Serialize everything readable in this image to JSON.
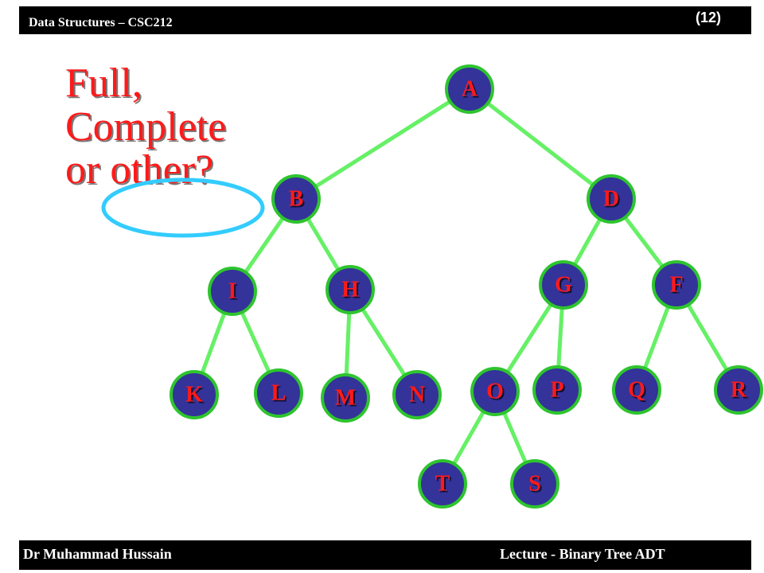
{
  "header": {
    "course": "Data Structures – CSC212",
    "slide_number": "(12)"
  },
  "footer": {
    "author": "Dr Muhammad Hussain",
    "lecture": "Lecture  -  Binary Tree ADT"
  },
  "question": {
    "line1": "Full,",
    "line2": "Complete",
    "line3": "or other?"
  },
  "colors": {
    "node_fill": "#33339a",
    "node_border": "#2ec42e",
    "edge": "#66f066",
    "label": "#ff1a1a",
    "highlight": "#33ccff"
  },
  "tree": {
    "nodes": [
      "A",
      "B",
      "D",
      "I",
      "H",
      "G",
      "F",
      "K",
      "L",
      "M",
      "N",
      "O",
      "P",
      "Q",
      "R",
      "T",
      "S"
    ],
    "edges": [
      [
        "A",
        "B"
      ],
      [
        "A",
        "D"
      ],
      [
        "B",
        "I"
      ],
      [
        "B",
        "H"
      ],
      [
        "D",
        "G"
      ],
      [
        "D",
        "F"
      ],
      [
        "I",
        "K"
      ],
      [
        "I",
        "L"
      ],
      [
        "H",
        "M"
      ],
      [
        "H",
        "N"
      ],
      [
        "G",
        "O"
      ],
      [
        "G",
        "P"
      ],
      [
        "F",
        "Q"
      ],
      [
        "F",
        "R"
      ],
      [
        "O",
        "T"
      ],
      [
        "O",
        "S"
      ]
    ]
  }
}
